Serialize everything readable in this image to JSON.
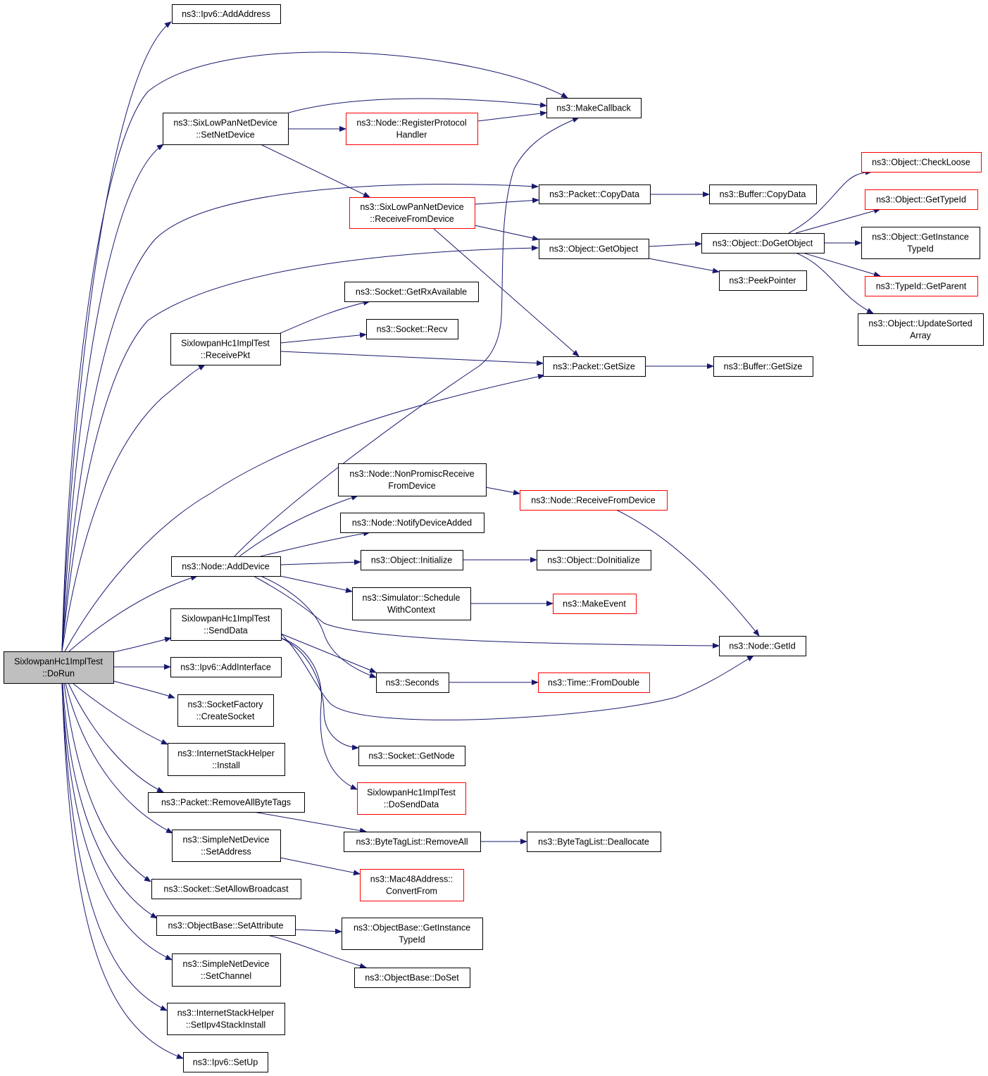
{
  "colors": {
    "edge": "#191970",
    "border_default": "#000000",
    "border_truncated": "#ff0000",
    "root_fill": "#bfbfbf",
    "node_fill": "#ffffff",
    "text": "#000000"
  },
  "nodes": [
    {
      "id": "root",
      "lines": [
        "SixlowpanHc1ImplTest",
        "::DoRun"
      ],
      "root": true
    },
    {
      "id": "ipv6_addaddress",
      "lines": [
        "ns3::Ipv6::AddAddress"
      ]
    },
    {
      "id": "makecallback",
      "lines": [
        "ns3::MakeCallback"
      ]
    },
    {
      "id": "setnetdevice",
      "lines": [
        "ns3::SixLowPanNetDevice",
        "::SetNetDevice"
      ]
    },
    {
      "id": "registerprotocol",
      "lines": [
        "ns3::Node::RegisterProtocol",
        "Handler"
      ],
      "truncated": true
    },
    {
      "id": "copydata",
      "lines": [
        "ns3::Packet::CopyData"
      ]
    },
    {
      "id": "buffer_copydata",
      "lines": [
        "ns3::Buffer::CopyData"
      ]
    },
    {
      "id": "receivefromdevice",
      "lines": [
        "ns3::SixLowPanNetDevice",
        "::ReceiveFromDevice"
      ],
      "truncated": true
    },
    {
      "id": "checkloose",
      "lines": [
        "ns3::Object::CheckLoose"
      ],
      "truncated": true
    },
    {
      "id": "gettypeid",
      "lines": [
        "ns3::Object::GetTypeId"
      ],
      "truncated": true
    },
    {
      "id": "getinstancetypeid",
      "lines": [
        "ns3::Object::GetInstance",
        "TypeId"
      ]
    },
    {
      "id": "getobject",
      "lines": [
        "ns3::Object::GetObject"
      ]
    },
    {
      "id": "dogetobject",
      "lines": [
        "ns3::Object::DoGetObject"
      ]
    },
    {
      "id": "peekpointer",
      "lines": [
        "ns3::PeekPointer"
      ]
    },
    {
      "id": "getparent",
      "lines": [
        "ns3::TypeId::GetParent"
      ],
      "truncated": true
    },
    {
      "id": "updatesortedarray",
      "lines": [
        "ns3::Object::UpdateSorted",
        "Array"
      ]
    },
    {
      "id": "getrxavailable",
      "lines": [
        "ns3::Socket::GetRxAvailable"
      ]
    },
    {
      "id": "recv",
      "lines": [
        "ns3::Socket::Recv"
      ]
    },
    {
      "id": "receivepkt",
      "lines": [
        "SixlowpanHc1ImplTest",
        "::ReceivePkt"
      ]
    },
    {
      "id": "getsize",
      "lines": [
        "ns3::Packet::GetSize"
      ]
    },
    {
      "id": "buffer_getsize",
      "lines": [
        "ns3::Buffer::GetSize"
      ]
    },
    {
      "id": "nonpromisc",
      "lines": [
        "ns3::Node::NonPromiscReceive",
        "FromDevice"
      ]
    },
    {
      "id": "node_receivefromdevice",
      "lines": [
        "ns3::Node::ReceiveFromDevice"
      ],
      "truncated": true
    },
    {
      "id": "notifydeviceadded",
      "lines": [
        "ns3::Node::NotifyDeviceAdded"
      ]
    },
    {
      "id": "adddevice",
      "lines": [
        "ns3::Node::AddDevice"
      ]
    },
    {
      "id": "initialize",
      "lines": [
        "ns3::Object::Initialize"
      ]
    },
    {
      "id": "doinitialize",
      "lines": [
        "ns3::Object::DoInitialize"
      ]
    },
    {
      "id": "schedulewithcontext",
      "lines": [
        "ns3::Simulator::Schedule",
        "WithContext"
      ]
    },
    {
      "id": "makeevent",
      "lines": [
        "ns3::MakeEvent"
      ],
      "truncated": true
    },
    {
      "id": "senddata",
      "lines": [
        "SixlowpanHc1ImplTest",
        "::SendData"
      ]
    },
    {
      "id": "getid",
      "lines": [
        "ns3::Node::GetId"
      ]
    },
    {
      "id": "addinterface",
      "lines": [
        "ns3::Ipv6::AddInterface"
      ]
    },
    {
      "id": "seconds",
      "lines": [
        "ns3::Seconds"
      ]
    },
    {
      "id": "fromdouble",
      "lines": [
        "ns3::Time::FromDouble"
      ],
      "truncated": true
    },
    {
      "id": "createsocket",
      "lines": [
        "ns3::SocketFactory",
        "::CreateSocket"
      ]
    },
    {
      "id": "install",
      "lines": [
        "ns3::InternetStackHelper",
        "::Install"
      ]
    },
    {
      "id": "getnode",
      "lines": [
        "ns3::Socket::GetNode"
      ]
    },
    {
      "id": "dosenddata",
      "lines": [
        "SixlowpanHc1ImplTest",
        "::DoSendData"
      ],
      "truncated": true
    },
    {
      "id": "removeallbytetags",
      "lines": [
        "ns3::Packet::RemoveAllByteTags"
      ]
    },
    {
      "id": "bytetaglist_removeall",
      "lines": [
        "ns3::ByteTagList::RemoveAll"
      ]
    },
    {
      "id": "deallocate",
      "lines": [
        "ns3::ByteTagList::Deallocate"
      ]
    },
    {
      "id": "setaddress",
      "lines": [
        "ns3::SimpleNetDevice",
        "::SetAddress"
      ]
    },
    {
      "id": "convertfrom",
      "lines": [
        "ns3::Mac48Address::",
        "ConvertFrom"
      ],
      "truncated": true
    },
    {
      "id": "setallowbroadcast",
      "lines": [
        "ns3::Socket::SetAllowBroadcast"
      ]
    },
    {
      "id": "setattribute",
      "lines": [
        "ns3::ObjectBase::SetAttribute"
      ]
    },
    {
      "id": "base_getinstancetypeid",
      "lines": [
        "ns3::ObjectBase::GetInstance",
        "TypeId"
      ]
    },
    {
      "id": "doset",
      "lines": [
        "ns3::ObjectBase::DoSet"
      ]
    },
    {
      "id": "setchannel",
      "lines": [
        "ns3::SimpleNetDevice",
        "::SetChannel"
      ]
    },
    {
      "id": "setipv4stackinstall",
      "lines": [
        "ns3::InternetStackHelper",
        "::SetIpv4StackInstall"
      ]
    },
    {
      "id": "setup",
      "lines": [
        "ns3::Ipv6::SetUp"
      ]
    }
  ],
  "edges": [
    [
      "root",
      "ipv6_addaddress"
    ],
    [
      "root",
      "makecallback"
    ],
    [
      "root",
      "setnetdevice"
    ],
    [
      "root",
      "copydata"
    ],
    [
      "root",
      "getobject"
    ],
    [
      "root",
      "receivepkt"
    ],
    [
      "root",
      "getsize"
    ],
    [
      "root",
      "adddevice"
    ],
    [
      "root",
      "senddata"
    ],
    [
      "root",
      "addinterface"
    ],
    [
      "root",
      "createsocket"
    ],
    [
      "root",
      "install"
    ],
    [
      "root",
      "removeallbytetags"
    ],
    [
      "root",
      "setaddress"
    ],
    [
      "root",
      "setallowbroadcast"
    ],
    [
      "root",
      "setattribute"
    ],
    [
      "root",
      "setchannel"
    ],
    [
      "root",
      "setipv4stackinstall"
    ],
    [
      "root",
      "setup"
    ],
    [
      "setnetdevice",
      "makecallback"
    ],
    [
      "setnetdevice",
      "registerprotocol"
    ],
    [
      "setnetdevice",
      "receivefromdevice"
    ],
    [
      "registerprotocol",
      "makecallback"
    ],
    [
      "copydata",
      "buffer_copydata"
    ],
    [
      "receivefromdevice",
      "copydata"
    ],
    [
      "receivefromdevice",
      "getobject"
    ],
    [
      "receivefromdevice",
      "getsize"
    ],
    [
      "getobject",
      "dogetobject"
    ],
    [
      "getobject",
      "peekpointer"
    ],
    [
      "dogetobject",
      "checkloose"
    ],
    [
      "dogetobject",
      "gettypeid"
    ],
    [
      "dogetobject",
      "getinstancetypeid"
    ],
    [
      "dogetobject",
      "getparent"
    ],
    [
      "dogetobject",
      "updatesortedarray"
    ],
    [
      "receivepkt",
      "getrxavailable"
    ],
    [
      "receivepkt",
      "recv"
    ],
    [
      "receivepkt",
      "getsize"
    ],
    [
      "getsize",
      "buffer_getsize"
    ],
    [
      "nonpromisc",
      "node_receivefromdevice"
    ],
    [
      "node_receivefromdevice",
      "getid"
    ],
    [
      "adddevice",
      "makecallback"
    ],
    [
      "adddevice",
      "nonpromisc"
    ],
    [
      "adddevice",
      "notifydeviceadded"
    ],
    [
      "adddevice",
      "initialize"
    ],
    [
      "adddevice",
      "schedulewithcontext"
    ],
    [
      "adddevice",
      "getid"
    ],
    [
      "adddevice",
      "seconds"
    ],
    [
      "initialize",
      "doinitialize"
    ],
    [
      "schedulewithcontext",
      "makeevent"
    ],
    [
      "senddata",
      "seconds"
    ],
    [
      "senddata",
      "getid"
    ],
    [
      "senddata",
      "getnode"
    ],
    [
      "senddata",
      "dosenddata"
    ],
    [
      "seconds",
      "fromdouble"
    ],
    [
      "removeallbytetags",
      "bytetaglist_removeall"
    ],
    [
      "bytetaglist_removeall",
      "deallocate"
    ],
    [
      "setaddress",
      "convertfrom"
    ],
    [
      "setattribute",
      "base_getinstancetypeid"
    ],
    [
      "setattribute",
      "doset"
    ]
  ]
}
